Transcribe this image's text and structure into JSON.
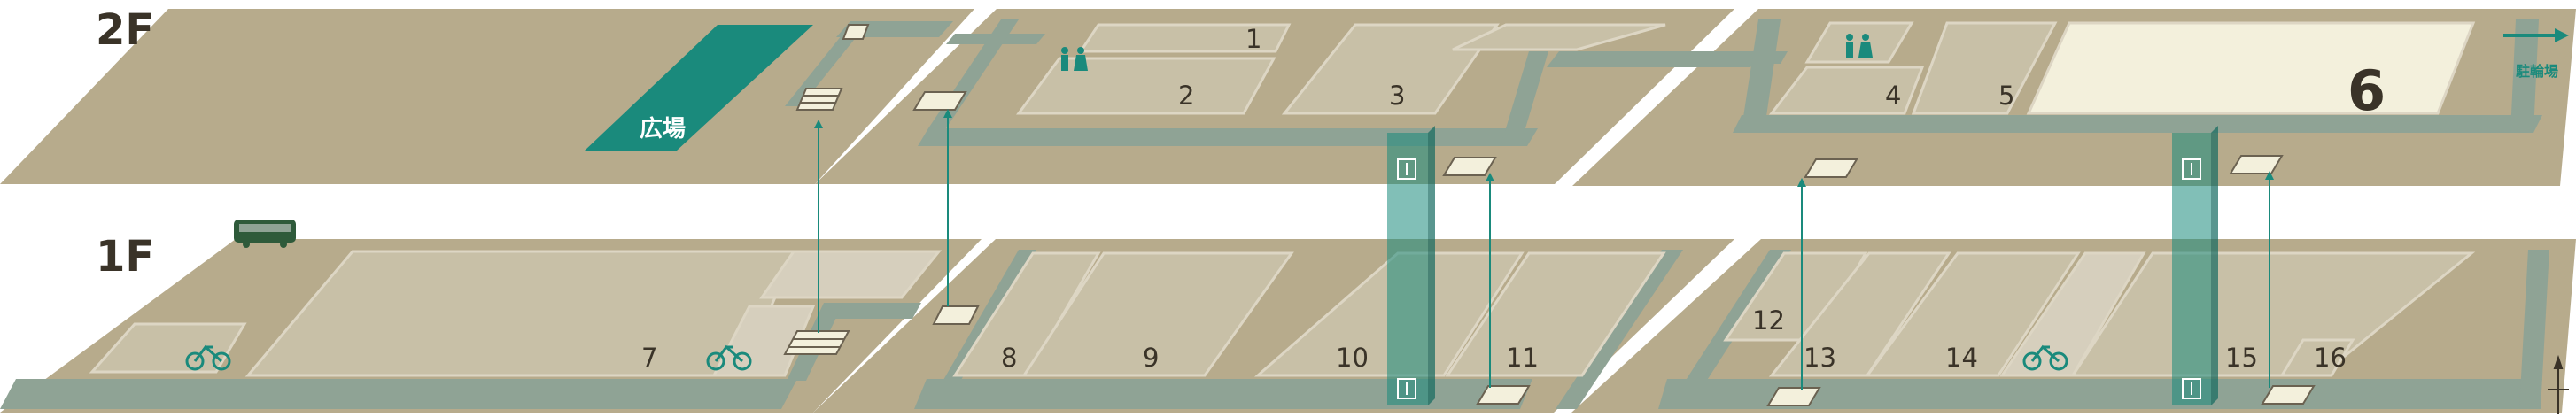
{
  "floors": {
    "upper": "2F",
    "lower": "1F"
  },
  "plaza": {
    "label": "広場"
  },
  "bicycle_parking": {
    "label": "駐輪場"
  },
  "shops": [
    {
      "number": "1"
    },
    {
      "number": "2"
    },
    {
      "number": "3"
    },
    {
      "number": "4"
    },
    {
      "number": "5"
    },
    {
      "number": "6"
    },
    {
      "number": "7"
    },
    {
      "number": "8"
    },
    {
      "number": "9"
    },
    {
      "number": "10"
    },
    {
      "number": "11"
    },
    {
      "number": "12"
    },
    {
      "number": "13"
    },
    {
      "number": "14"
    },
    {
      "number": "15"
    },
    {
      "number": "16"
    }
  ],
  "icons": [
    "bus-icon",
    "bicycle-icon",
    "restroom-icon",
    "elevator-icon",
    "stairs-icon",
    "north-arrow-icon",
    "exit-arrow-icon"
  ],
  "colors": {
    "slab": "#b7ab8c",
    "shop": "#c8c0a7",
    "shop_outline": "#ddd6c4",
    "walkway": "#8fa395",
    "teal": "#1a8a7c",
    "highlight": "#f3f0dc",
    "text": "#3a3328"
  }
}
